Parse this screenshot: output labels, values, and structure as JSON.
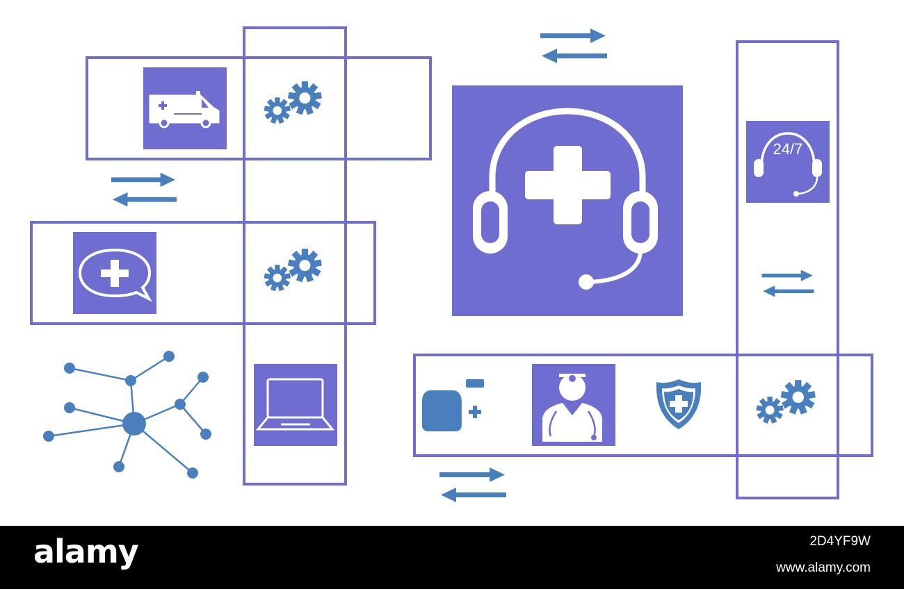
{
  "colors": {
    "frame": "#6f6dd0",
    "tile": "#6f6dd0",
    "icon_blue": "#4a7fbe",
    "arrow": "#4a7fbe",
    "background": "#ffffff",
    "footer": "#000000"
  },
  "tiles": [
    {
      "icon": "ambulance-icon"
    },
    {
      "icon": "chat-medical-cross-icon"
    },
    {
      "icon": "laptop-icon"
    },
    {
      "icon": "medical-headset-icon"
    },
    {
      "icon": "support-24-7-headset-icon"
    },
    {
      "icon": "doctor-icon"
    }
  ],
  "support_badge_text": "24/7",
  "loose_icons": [
    "gears-icon",
    "medicine-bottle-icon",
    "shield-cross-icon",
    "network-icon",
    "exchange-arrows-icon"
  ],
  "watermark": {
    "logo": "alamy",
    "image_id": "2D4YF9W",
    "site": "www.alamy.com"
  }
}
